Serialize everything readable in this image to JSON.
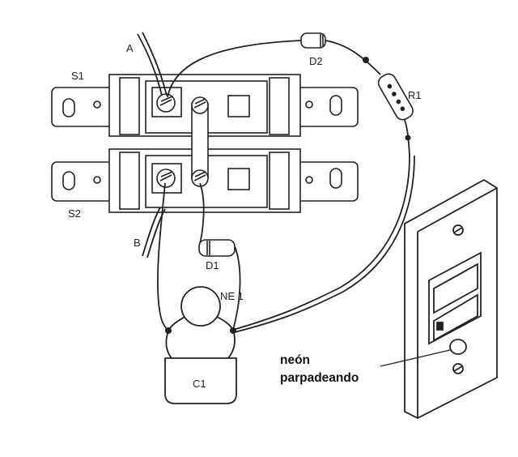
{
  "labels": {
    "wire_a": "A",
    "wire_b": "B",
    "switch_1": "S1",
    "switch_2": "S2",
    "diode_1": "D1",
    "diode_2": "D2",
    "resistor_1": "R1",
    "neon_lamp": "NE 1",
    "capacitor": "C1"
  },
  "annotation": {
    "line1": "neón",
    "line2": "parpadeando"
  }
}
